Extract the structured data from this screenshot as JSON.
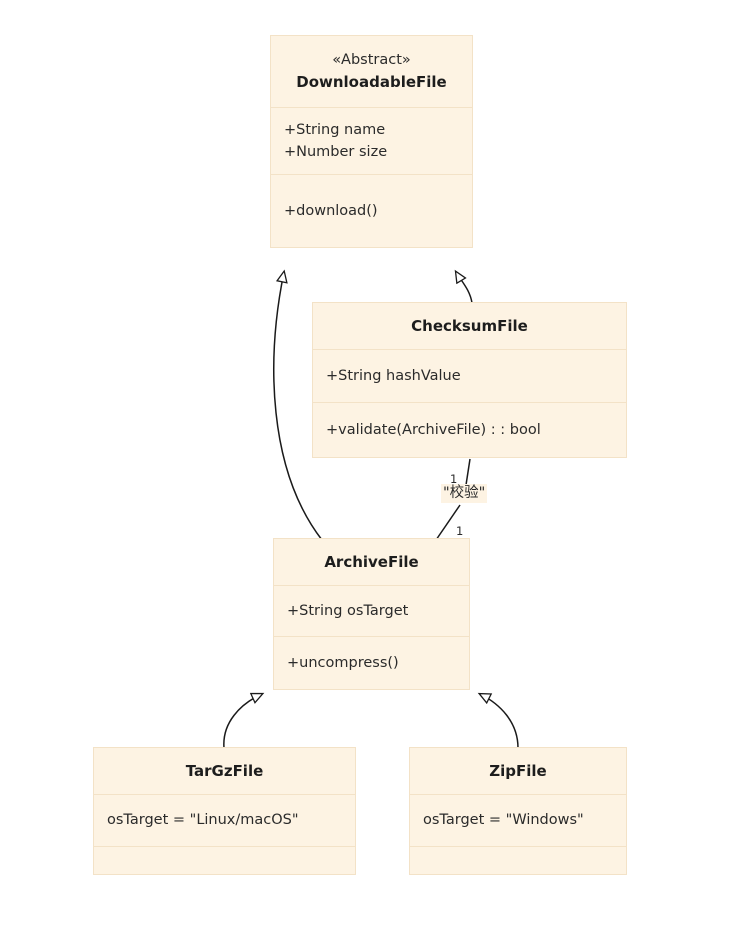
{
  "diagram": {
    "kind": "uml-class-diagram",
    "background": "#ffffff",
    "class_fill": "#fdf3e3",
    "class_border": "#f3e2c7",
    "line_color": "#1a1a1a"
  },
  "classes": {
    "downloadable_file": {
      "stereotype": "«Abstract»",
      "name": "DownloadableFile",
      "attributes": [
        "+String name",
        "+Number size"
      ],
      "methods": [
        "+download()"
      ]
    },
    "checksum_file": {
      "name": "ChecksumFile",
      "attributes": [
        "+String hashValue"
      ],
      "methods": [
        "+validate(ArchiveFile) : : bool"
      ]
    },
    "archive_file": {
      "name": "ArchiveFile",
      "attributes": [
        "+String osTarget"
      ],
      "methods": [
        "+uncompress()"
      ]
    },
    "targz_file": {
      "name": "TarGzFile",
      "attributes": [
        "osTarget = \"Linux/macOS\""
      ],
      "methods": [
        ""
      ]
    },
    "zip_file": {
      "name": "ZipFile",
      "attributes": [
        "osTarget = \"Windows\""
      ],
      "methods": [
        ""
      ]
    }
  },
  "relations": {
    "association": {
      "label": "\"校验\"",
      "source_multiplicity": "1",
      "target_multiplicity": "1"
    },
    "generalizations": [
      {
        "from": "ArchiveFile",
        "to": "DownloadableFile"
      },
      {
        "from": "ChecksumFile",
        "to": "DownloadableFile"
      },
      {
        "from": "TarGzFile",
        "to": "ArchiveFile"
      },
      {
        "from": "ZipFile",
        "to": "ArchiveFile"
      }
    ]
  }
}
